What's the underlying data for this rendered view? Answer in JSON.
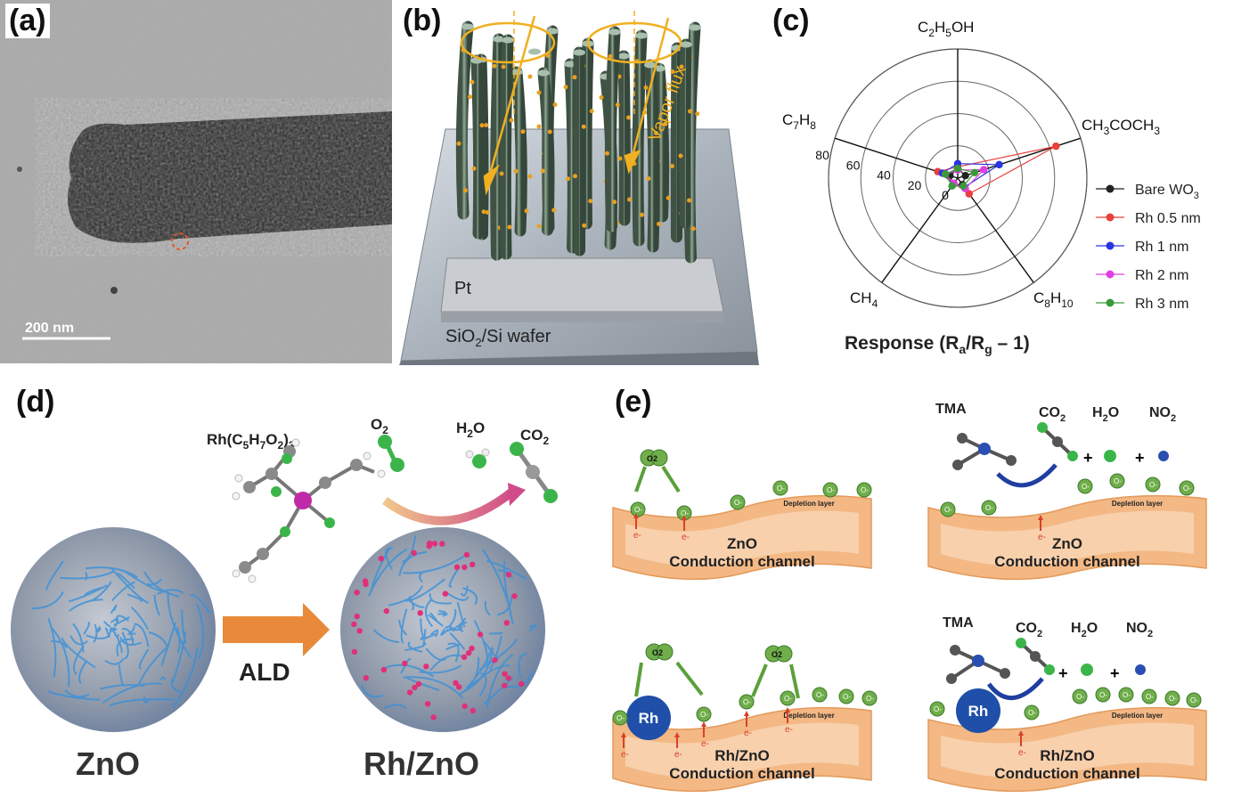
{
  "panel_a": {
    "label": "(a)",
    "scalebar": "200 nm"
  },
  "panel_b": {
    "label": "(b)",
    "flux": "Vapor flux",
    "pt": "Pt",
    "wafer_pre": "SiO",
    "wafer_sub": "2",
    "wafer_post": "/Si wafer"
  },
  "panel_c": {
    "label": "(c)"
  },
  "chart_data": {
    "type": "radar",
    "axes": [
      {
        "id": "c2h5oh",
        "text": "C2H5OH"
      },
      {
        "id": "ch3coch3",
        "text": "CH3COCH3"
      },
      {
        "id": "c8h10",
        "text": "C8H10"
      },
      {
        "id": "ch4",
        "text": "CH4"
      },
      {
        "id": "c7h8",
        "text": "C7H8"
      }
    ],
    "rlim": [
      0,
      80
    ],
    "ticks": [
      "0",
      "20",
      "40",
      "60",
      "80"
    ],
    "xlabel": "Response (Ra/Rg – 1)",
    "series": [
      {
        "name": "Bare WO3",
        "color": "#222222",
        "values": [
          6,
          5,
          5,
          5,
          5
        ]
      },
      {
        "name": "Rh 0.5 nm",
        "color": "#e8403b",
        "values": [
          7,
          64,
          12,
          4,
          13
        ]
      },
      {
        "name": "Rh 1 nm",
        "color": "#2a34e0",
        "values": [
          9,
          27,
          7,
          5,
          10
        ]
      },
      {
        "name": "Rh 2 nm",
        "color": "#e03ee0",
        "values": [
          5,
          17,
          8,
          4,
          8
        ]
      },
      {
        "name": "Rh 3 nm",
        "color": "#3a9a3a",
        "values": [
          6,
          11,
          6,
          6,
          8
        ]
      }
    ]
  },
  "panel_c_text": {
    "axis_c2h5oh": {
      "a": "C",
      "s1": "2",
      "b": "H",
      "s2": "5",
      "c": "OH"
    },
    "axis_ch3coch3": {
      "a": "CH",
      "s1": "3",
      "b": "COCH",
      "s2": "3"
    },
    "axis_c8h10": {
      "a": "C",
      "s1": "8",
      "b": "H",
      "s2": "10"
    },
    "axis_ch4": {
      "a": "CH",
      "s1": "4"
    },
    "axis_c7h8": {
      "a": "C",
      "s1": "7",
      "b": "H",
      "s2": "8"
    },
    "legend": [
      "Bare WO",
      "3",
      "Rh 0.5 nm",
      "Rh 1 nm",
      "Rh 2 nm",
      "Rh 3 nm"
    ],
    "xlabel_pre": "Response (R",
    "xlabel_a": "a",
    "xlabel_mid": "/R",
    "xlabel_g": "g",
    "xlabel_post": " – 1)"
  },
  "panel_d": {
    "label": "(d)",
    "precursor": {
      "a": "Rh(C",
      "s1": "5",
      "b": "H",
      "s2": "7",
      "c": "O",
      "s3": "2",
      "d": ")",
      "s4": "3"
    },
    "o2": {
      "a": "O",
      "s1": "2"
    },
    "h2o": {
      "a": "H",
      "s1": "2",
      "b": "O"
    },
    "co2": {
      "a": "CO",
      "s1": "2"
    },
    "ald": "ALD",
    "zno": "ZnO",
    "rhzno": "Rh/ZnO"
  },
  "panel_e": {
    "label": "(e)",
    "o2": "O2",
    "o_minus": "O-",
    "e_minus": "e-",
    "depletion": "Depletion layer",
    "zno": "ZnO",
    "rhzno": "Rh/ZnO",
    "conduction": "Conduction channel",
    "tma": "TMA",
    "co2": {
      "a": "CO",
      "s1": "2"
    },
    "h2o": {
      "a": "H",
      "s1": "2",
      "b": "O"
    },
    "no2": {
      "a": "NO",
      "s1": "2"
    },
    "plus": "+",
    "rh": "Rh"
  }
}
